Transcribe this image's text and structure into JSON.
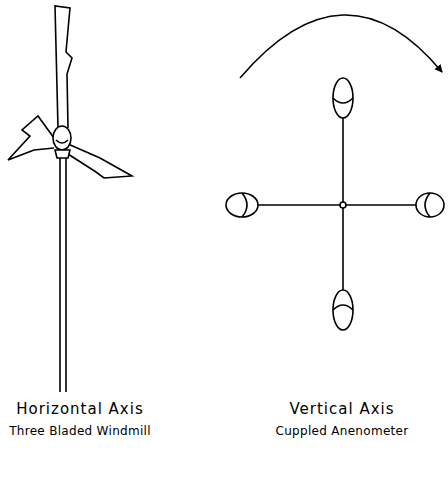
{
  "diagram": {
    "labels": [
      "Horizontal Axis",
      "Three Bladed Windmill",
      "Vertical Axis",
      "Cuppled Anenometer"
    ]
  }
}
